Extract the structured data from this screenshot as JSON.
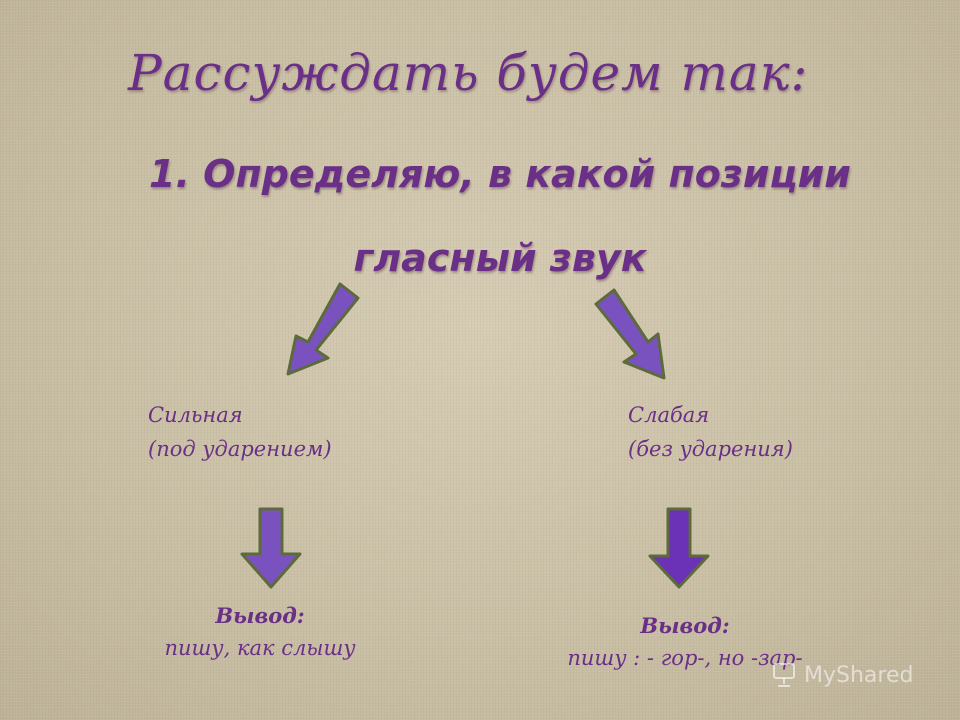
{
  "slide": {
    "title": "Рассуждать будем так:",
    "step": "1. Определяю, в какой позиции гласный звук"
  },
  "branches": {
    "strong": {
      "label": "Сильная",
      "sublabel": "(под ударением)",
      "conclusion_head": "Вывод:",
      "conclusion_body": "пишу, как слышу"
    },
    "weak": {
      "label": "Слабая",
      "sublabel": "(без ударения)",
      "conclusion_head": "Вывод:",
      "conclusion_body": "пишу : - гор-, но -зар-"
    }
  },
  "watermark": {
    "text": "MyShared",
    "icon": "myshared-logo-icon"
  },
  "colors": {
    "text": "#6a2f86",
    "arrow_fill": "#7a52c0",
    "arrow_stroke": "#5d6a3a",
    "background": "#c9bfa6"
  }
}
